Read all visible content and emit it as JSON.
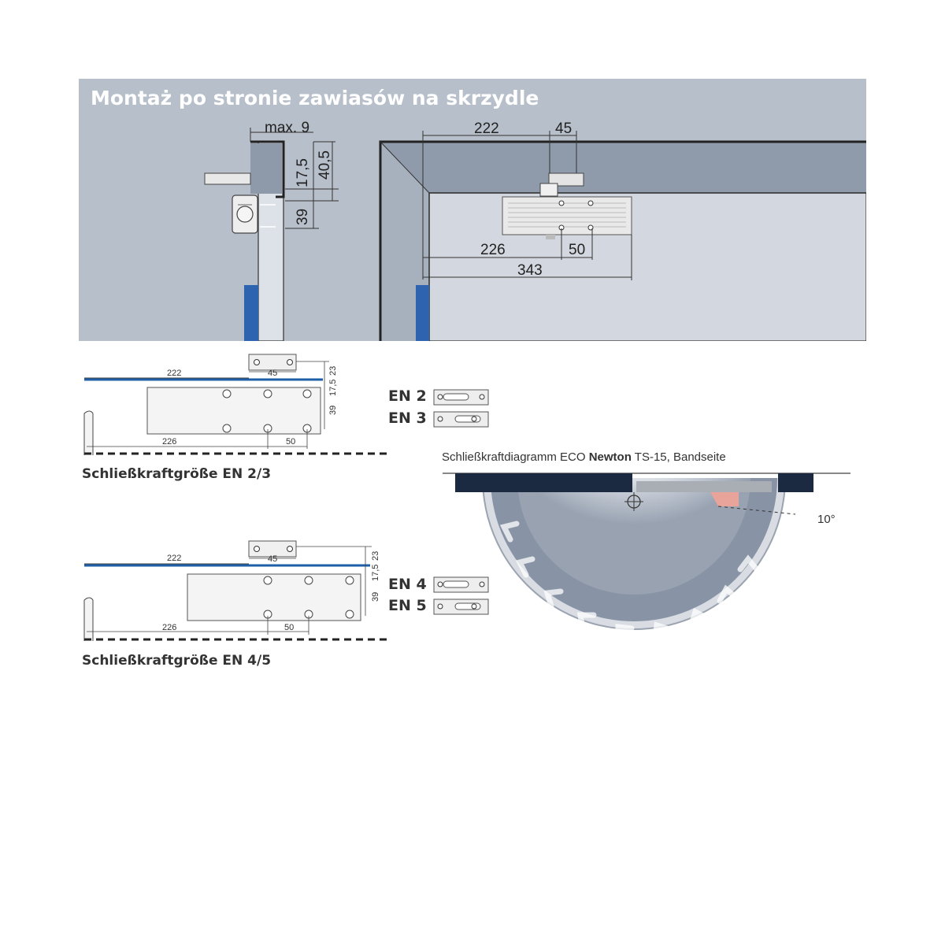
{
  "banner": {
    "title": "Montaż po stronie zawiasów na skrzydle",
    "dims": {
      "max9": "max. 9",
      "d40_5": "40,5",
      "d17_5": "17,5",
      "d39": "39",
      "d222": "222",
      "d45": "45",
      "d226": "226",
      "d50": "50",
      "d343": "343"
    }
  },
  "en23": {
    "dims": {
      "d222": "222",
      "d45": "45",
      "d23": "23",
      "d17_5": "17,5",
      "d39": "39",
      "d226": "226",
      "d50": "50"
    },
    "label": "Schließkraftgröße EN 2/3",
    "plates": [
      "EN 2",
      "EN 3"
    ]
  },
  "en45": {
    "dims": {
      "d222": "222",
      "d45": "45",
      "d23": "23",
      "d17_5": "17,5",
      "d39": "39",
      "d226": "226",
      "d50": "50"
    },
    "label": "Schließkraftgröße EN 4/5",
    "plates": [
      "EN 4",
      "EN 5"
    ]
  },
  "closing_diagram": {
    "title_pre": "Schließkraftdiagramm ECO ",
    "title_bold": "Newton",
    "title_post": " TS-15, Bandseite",
    "angle": "10°"
  }
}
